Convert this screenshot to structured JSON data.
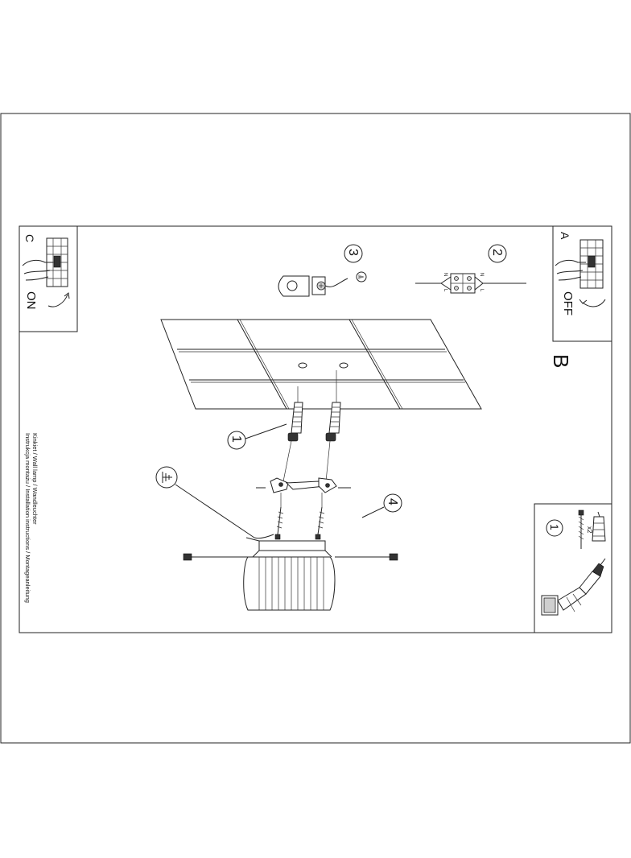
{
  "sheet": {
    "caption_line1": "Instrukcja montażu / Installation instructions / Montageanleitung",
    "caption_line2": "Kinkiet / Wall lamp / Wandleuchter"
  },
  "panel_a": {
    "letter": "A",
    "state": "OFF"
  },
  "panel_c": {
    "letter": "C",
    "state": "ON"
  },
  "section_b": {
    "letter": "B"
  },
  "panel_tools": {
    "step": "1",
    "quantity": "x2"
  },
  "callouts": {
    "anchors": "1",
    "connector": "2",
    "earth_terminal": "3",
    "bracket": "4"
  },
  "connector_labels": {
    "left_top": "N",
    "left_bottom": "L",
    "right_top": "N",
    "right_bottom": "L"
  }
}
